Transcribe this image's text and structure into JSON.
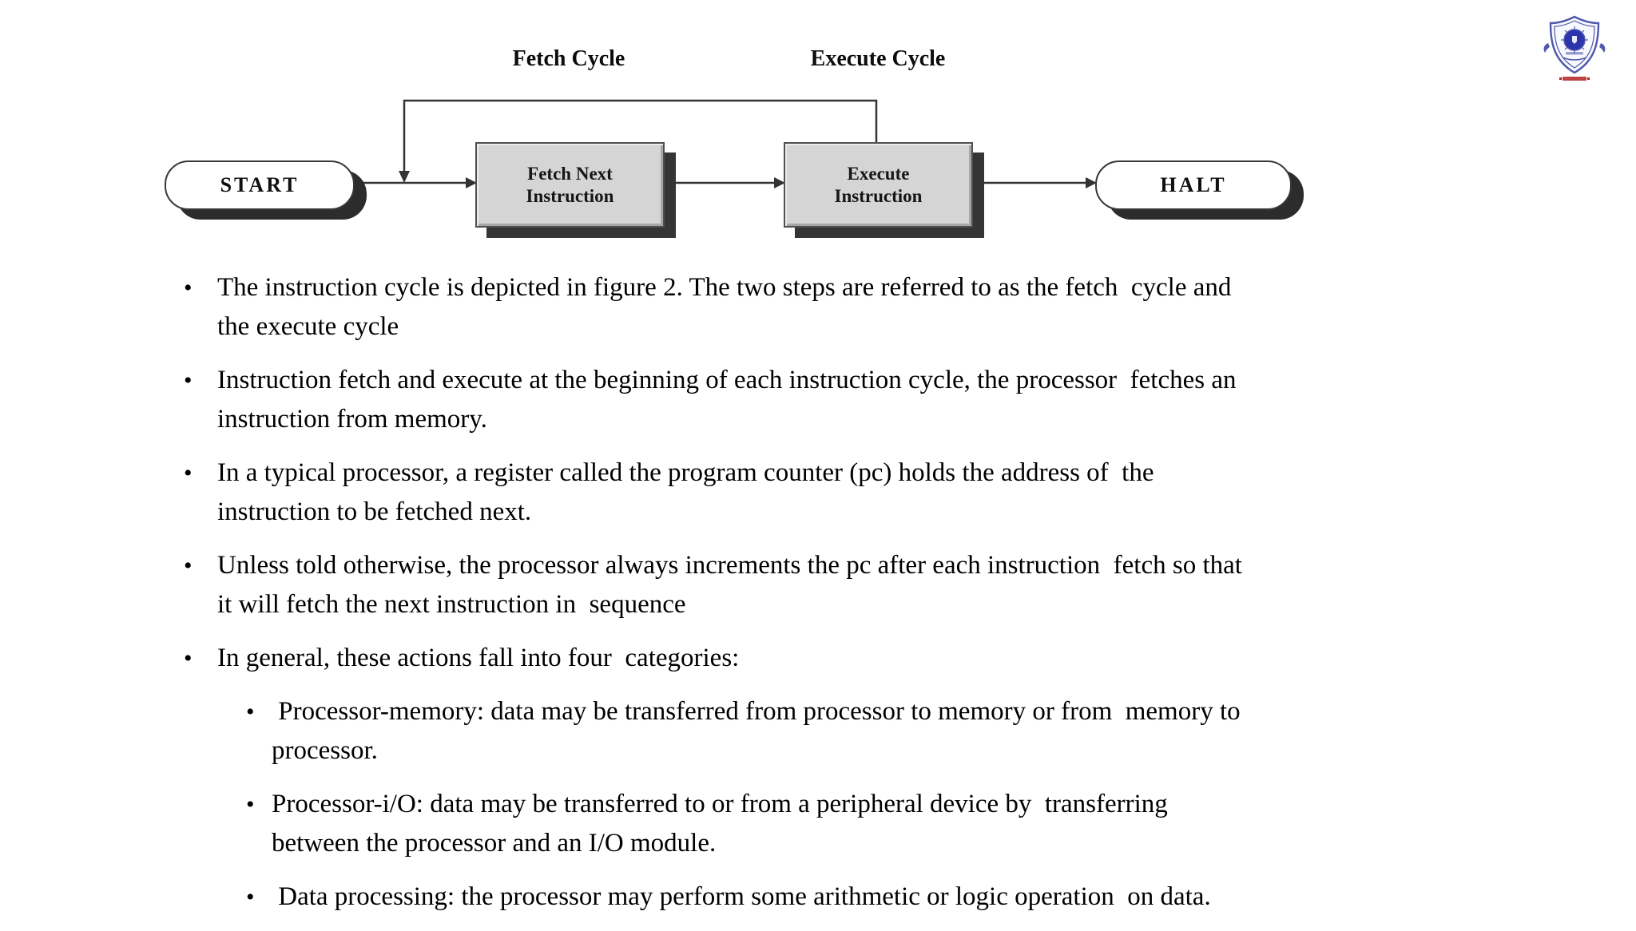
{
  "slide": {
    "bullet_char": "•",
    "figure": {
      "fetch_cycle_label": "Fetch Cycle",
      "execute_cycle_label": "Execute Cycle",
      "start_label": "START",
      "halt_label": "HALT",
      "fetch_box": {
        "line1": "Fetch Next",
        "line2": "Instruction"
      },
      "execute_box": {
        "line1": "Execute",
        "line2": "Instruction"
      },
      "colors": {
        "box_fill": "#d5d5d5",
        "box_border": "#4f4f4f",
        "box_shadow": "#353535",
        "terminal_fill": "#ffffff",
        "terminal_shadow": "#2c2c2c",
        "line": "#333333"
      }
    },
    "bullets": [
      {
        "level": 1,
        "lines": [
          "The instruction cycle is depicted in figure 2. The two steps are referred to as the fetch  cycle and",
          "the execute cycle"
        ]
      },
      {
        "level": 1,
        "lines": [
          "Instruction fetch and execute at the beginning of each instruction cycle, the processor  fetches an",
          "instruction from memory."
        ]
      },
      {
        "level": 1,
        "lines": [
          "In a typical processor, a register called the program counter (pc) holds the address of  the",
          "instruction to be fetched next."
        ]
      },
      {
        "level": 1,
        "lines": [
          "Unless told otherwise, the processor always increments the pc after each instruction  fetch so that",
          "it will fetch the next instruction in  sequence"
        ]
      },
      {
        "level": 1,
        "lines": [
          "In general, these actions fall into four  categories:"
        ]
      },
      {
        "level": 2,
        "lines": [
          " Processor-memory: data may be transferred from processor to memory or from  memory to",
          "processor."
        ]
      },
      {
        "level": 2,
        "lines": [
          "Processor-i/O: data may be transferred to or from a peripheral device by  transferring",
          "between the processor and an I/O module."
        ]
      },
      {
        "level": 2,
        "lines": [
          " Data processing: the processor may perform some arithmetic or logic operation  on data."
        ]
      }
    ],
    "logo": {
      "name": "college-crest-logo",
      "shield_color": "#5058ab",
      "circle_color": "#2c34ad",
      "ribbon_text_color": "#b22222"
    }
  }
}
